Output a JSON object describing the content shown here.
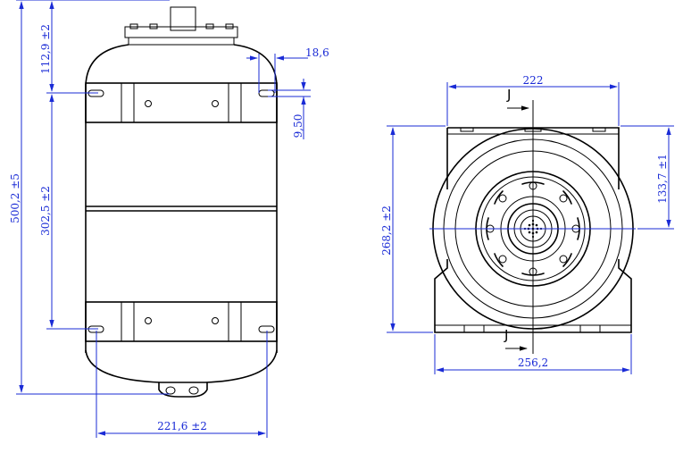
{
  "side_view": {
    "dims": {
      "total_height": "500,2 ±5",
      "top_cap": "112,9 ±2",
      "band_spacing": "302,5 ±2",
      "slot_offset": "18,6",
      "slot_height": "9,50",
      "mount_width": "221,6 ±2"
    }
  },
  "front_view": {
    "dims": {
      "top_width": "222",
      "base_width": "256,2",
      "height": "268,2 ±2",
      "center_height": "133,7 ±1"
    },
    "section_label_top": "J",
    "section_label_bottom": "J"
  },
  "colors": {
    "dimension": "#1a2bd6",
    "outline": "#000000"
  }
}
